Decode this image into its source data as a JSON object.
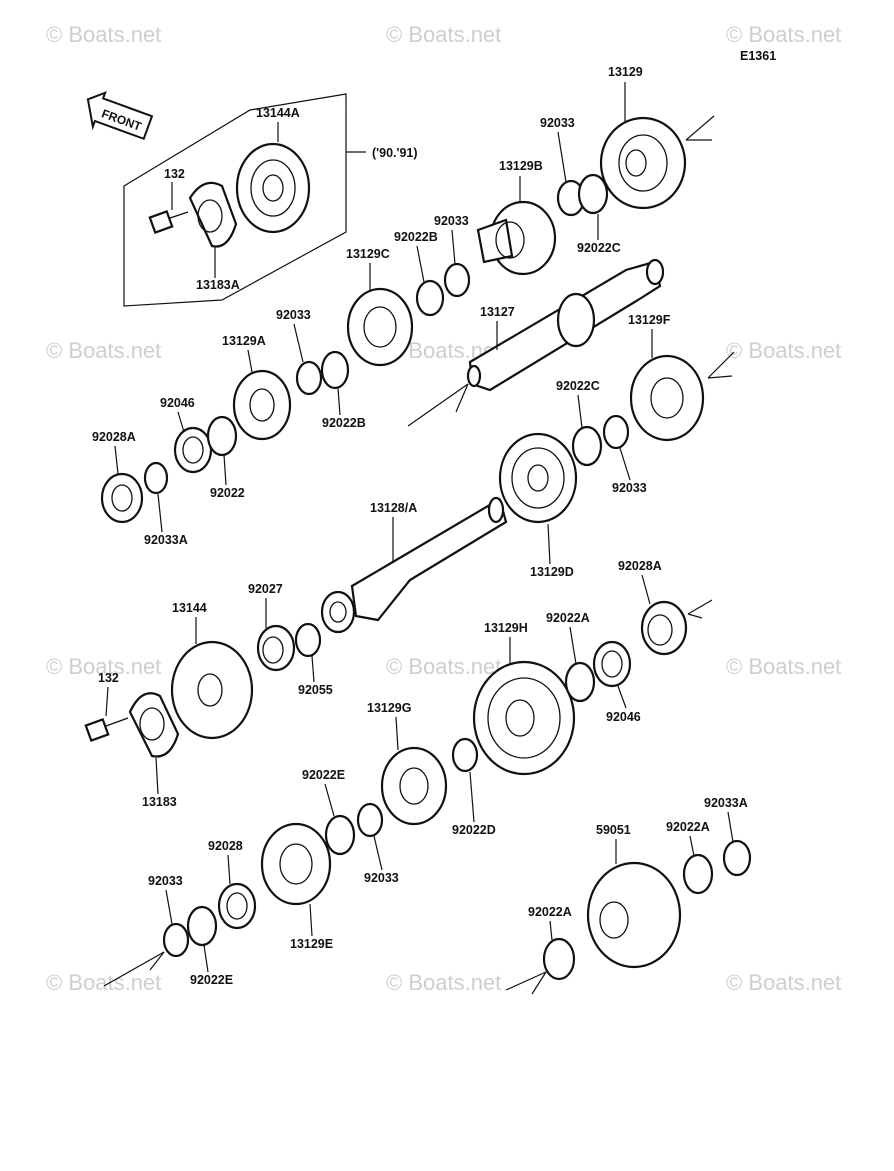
{
  "diagram": {
    "code": "E1361",
    "front_label": "FRONT",
    "year_note": "('90.'91)",
    "watermark": "© Boats.net",
    "labels": {
      "p13129_top": "13129",
      "p92033_a": "92033",
      "p13129B": "13129B",
      "p92022C_top": "92022C",
      "p92033_b": "92033",
      "p92022B_top": "92022B",
      "p13129C": "13129C",
      "p13127": "13127",
      "p13144A": "13144A",
      "p132_top": "132",
      "p13183A": "13183A",
      "p92033_c": "92033",
      "p13129A": "13129A",
      "p92022B_bot": "92022B",
      "p13129F": "13129F",
      "p92046_top": "92046",
      "p92028A_left": "92028A",
      "p92022": "92022",
      "p92033A_left": "92033A",
      "p92022C_mid": "92022C",
      "p92033_d": "92033",
      "p13128A": "13128/A",
      "p13129D": "13129D",
      "p92028A_right": "92028A",
      "p92027": "92027",
      "p13144": "13144",
      "p92055": "92055",
      "p13129H": "13129H",
      "p92022A_mid": "92022A",
      "p92046_bot": "92046",
      "p132_bot": "132",
      "p13183": "13183",
      "p13129G": "13129G",
      "p92022E_top": "92022E",
      "p92022D": "92022D",
      "p92028": "92028",
      "p92033_e": "92033",
      "p92033_f": "92033",
      "p13129E": "13129E",
      "p92022E_bot": "92022E",
      "p59051": "59051",
      "p92022A_right": "92022A",
      "p92033A_right": "92033A",
      "p92022A_low": "92022A"
    }
  }
}
